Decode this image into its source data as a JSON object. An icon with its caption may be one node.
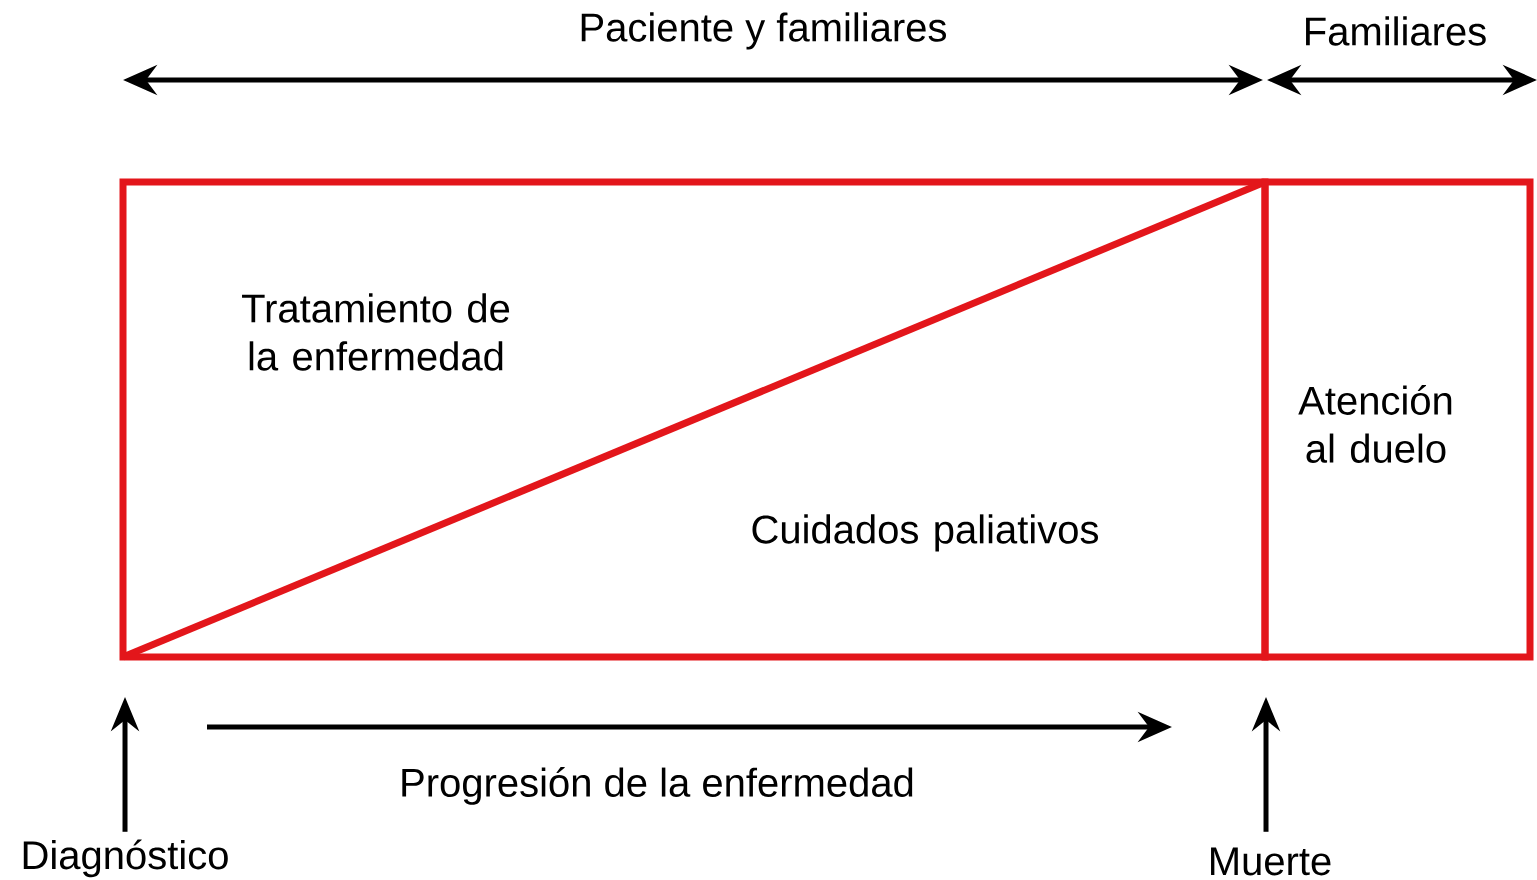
{
  "diagram": {
    "nodes": [
      {
        "text": [
          "Tratamiento de la enfermedad",
          "Cuidados paliativos"
        ]
      },
      {
        "text": [
          "Atención al duelo"
        ]
      },
      {
        "text": [
          "Diagnóstico"
        ]
      },
      {
        "text": [
          "Muerte"
        ]
      }
    ],
    "edges": [
      {
        "from": 2,
        "to": null,
        "arrow": "to"
      },
      {
        "from": 3,
        "to": null,
        "arrow": "to"
      }
    ],
    "labels": [
      "Paciente y familiares",
      "Familiares",
      "Progresión de la enfermedad"
    ]
  }
}
